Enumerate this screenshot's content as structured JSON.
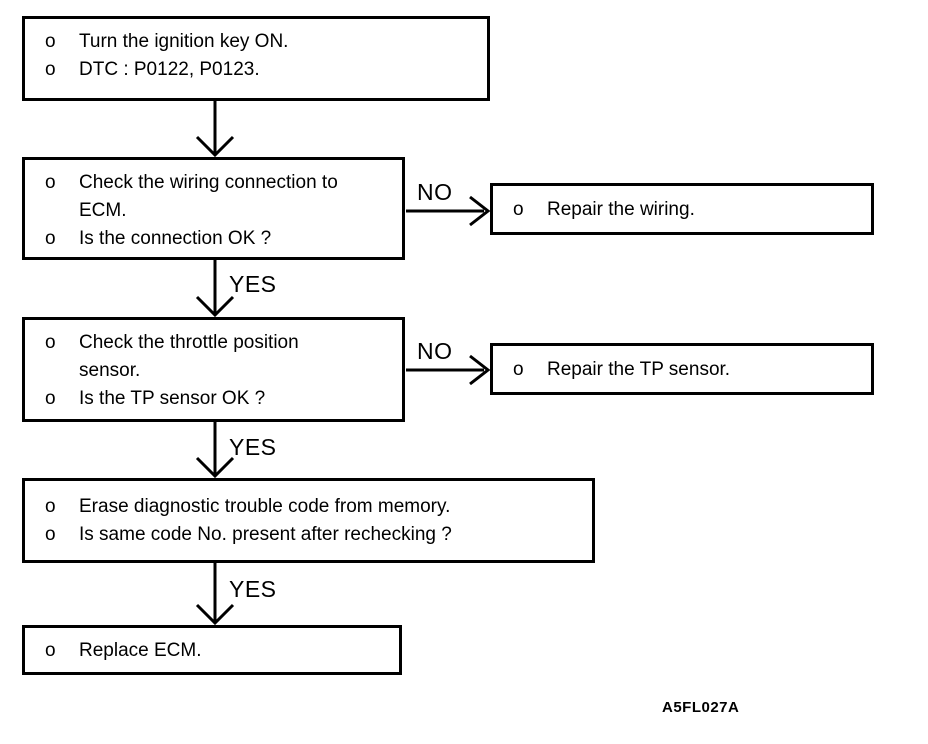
{
  "figure_code": "A5FL027A",
  "labels": {
    "yes": "YES",
    "no": "NO",
    "bullet": "o"
  },
  "colors": {
    "ink": "#000000",
    "paper": "#ffffff"
  },
  "boxes": {
    "start": {
      "lines": [
        "Turn the ignition key ON.",
        "DTC : P0122, P0123."
      ]
    },
    "check_wiring": {
      "lines": [
        "Check the wiring connection to ECM.",
        "Is the connection OK ?"
      ]
    },
    "repair_wiring": {
      "lines": [
        "Repair the wiring."
      ]
    },
    "check_tp_sensor": {
      "lines": [
        "Check the throttle position sensor.",
        "Is the TP sensor OK ?"
      ]
    },
    "repair_tp_sensor": {
      "lines": [
        "Repair the TP sensor."
      ]
    },
    "erase_code": {
      "lines": [
        "Erase diagnostic trouble code from memory.",
        "Is same code No. present after rechecking ?"
      ]
    },
    "replace_ecm": {
      "lines": [
        "Replace ECM."
      ]
    }
  }
}
